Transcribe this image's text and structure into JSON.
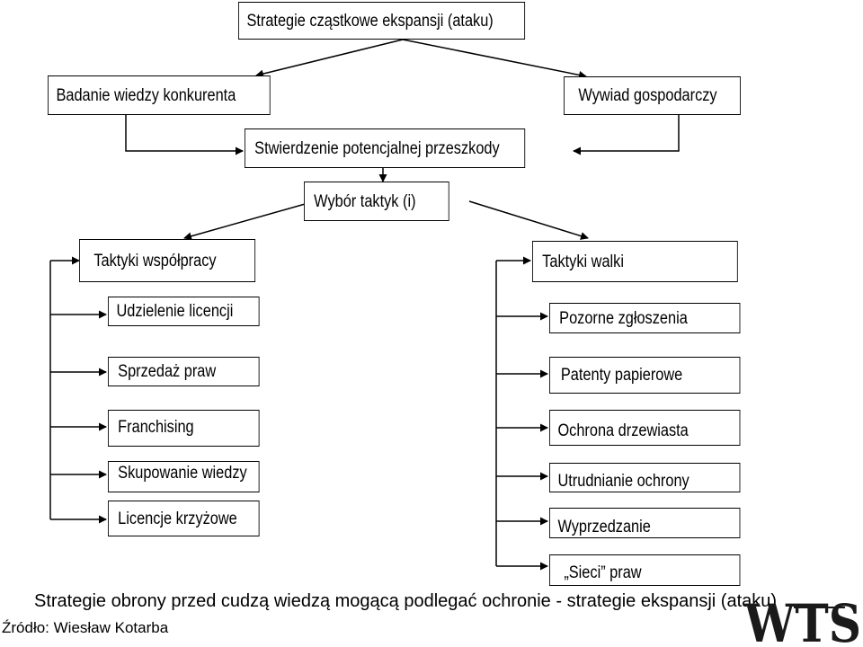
{
  "diagram": {
    "top_title": "Strategie cząstkowe ekspansji (ataku)",
    "competitor_knowledge": "Badanie wiedzy konkurenta",
    "economic_intelligence": "Wywiad gospodarczy",
    "obstacle": "Stwierdzenie potencjalnej przeszkody",
    "tactic_choice": "Wybór taktyk (i)",
    "cooperation": {
      "title": "Taktyki współpracy",
      "items": [
        "Udzielenie licencji",
        "Sprzedaż praw",
        "Franchising",
        "Skupowanie wiedzy",
        "Licencje krzyżowe"
      ]
    },
    "combat": {
      "title": "Taktyki walki",
      "items": [
        "Pozorne zgłoszenia",
        "Patenty papierowe",
        "Ochrona drzewiasta",
        "Utrudnianie ochrony",
        "Wyprzedzanie",
        "„Sieci” praw"
      ]
    }
  },
  "caption": "Strategie obrony przed cudzą wiedzą mogącą podlegać ochronie - strategie ekspansji (ataku)",
  "source": "Źródło: Wiesław Kotarba",
  "logo": {
    "text": "WTS",
    "color": "#1a1a1a"
  },
  "colors": {
    "line": "#000000",
    "box_border": "#000000"
  }
}
